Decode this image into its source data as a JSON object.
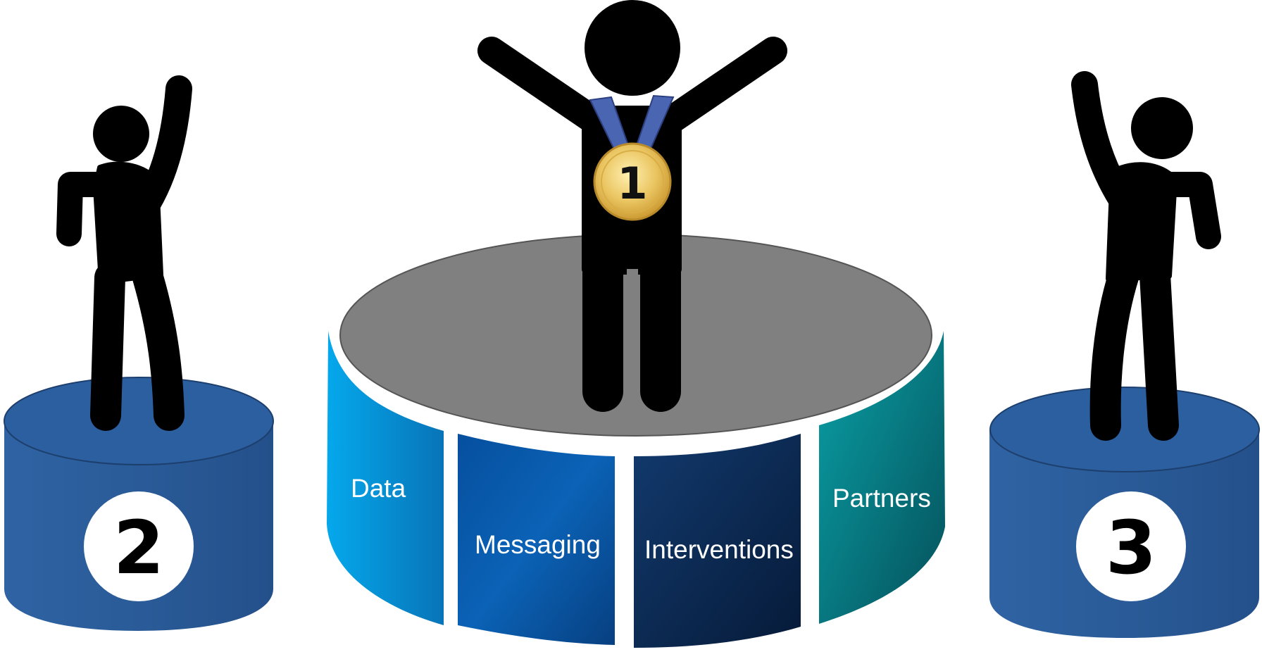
{
  "podium": {
    "first": {
      "rank": "1"
    },
    "second": {
      "rank": "2"
    },
    "third": {
      "rank": "3"
    }
  },
  "segments": [
    {
      "label": "Data"
    },
    {
      "label": "Messaging"
    },
    {
      "label": "Interventions"
    },
    {
      "label": "Partners"
    }
  ],
  "colors": {
    "pedestal_blue": "#2a5d9c",
    "top_disc": "#808080",
    "figure": "#000000",
    "ribbon": "#4a66b3",
    "medal_gold": "#e8c25a",
    "segment_data": "#0a90d6",
    "segment_messaging": "#0b5aa8",
    "segment_interventions": "#0d2b55",
    "segment_partners": "#0a8a8c"
  },
  "icons": {
    "figure": "person-celebrating-icon",
    "medal": "gold-medal-icon"
  }
}
